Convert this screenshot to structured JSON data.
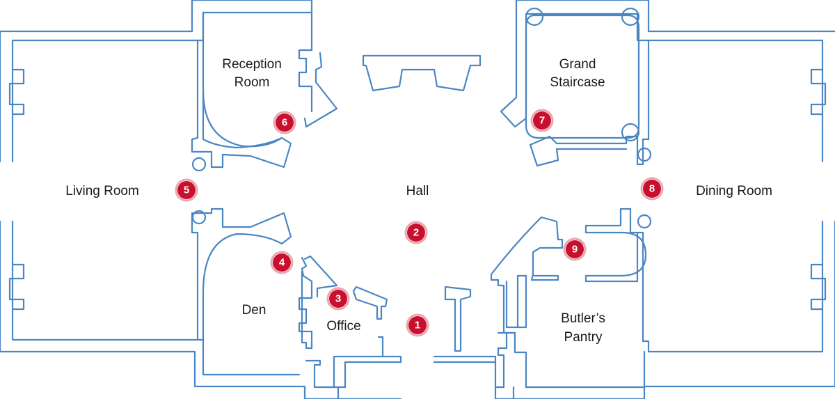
{
  "rooms": {
    "living_room": "Living Room",
    "reception_room_1": "Reception",
    "reception_room_2": "Room",
    "grand_staircase_1": "Grand",
    "grand_staircase_2": "Staircase",
    "hall": "Hall",
    "dining_room": "Dining Room",
    "den": "Den",
    "office": "Office",
    "butlers_pantry_1": "Butler’s",
    "butlers_pantry_2": "Pantry"
  },
  "markers": [
    "1",
    "2",
    "3",
    "4",
    "5",
    "6",
    "7",
    "8",
    "9"
  ],
  "colors": {
    "wall": "#4a86c4",
    "marker": "#c8102e",
    "text": "#1a1a1a"
  }
}
